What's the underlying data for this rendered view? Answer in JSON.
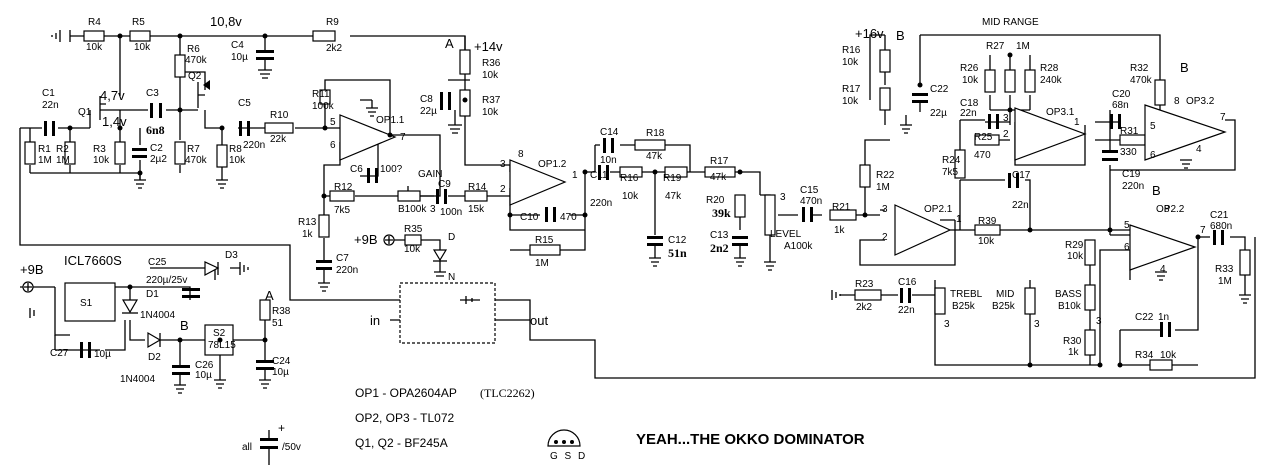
{
  "title": "YEAH...THE OKKO DOMINATOR",
  "notes": [
    "OP1 - OPA2604AP",
    "(TLC2262)",
    "OP2, OP3 - TL072",
    "Q1, Q2 - BF245A"
  ],
  "pinout": "G S D",
  "caps_note": {
    "prefix": "all",
    "value": "/50v"
  },
  "jacks": {
    "in": "in",
    "out": "out"
  },
  "supply": {
    "v9_left": "+9B",
    "v9_mid": "+9B",
    "ic": "ICL7660S",
    "s1": "S1",
    "s2a": "S2",
    "s2b": "78L15",
    "node_a": "A",
    "node_b": "B",
    "v14": "+14v",
    "v16": "+16v",
    "v108": "10,8v",
    "v47": "4,7v",
    "v14low": "1,4v"
  },
  "labels": {
    "mid_range": "MID RANGE",
    "gain": "GAIN",
    "level": "LEVEL",
    "level_pot": "A100k",
    "treble": "TREBL",
    "treble_pot": "B25k",
    "mid": "MID",
    "mid_pot": "B25k",
    "bass": "BASS",
    "bass_pot": "B10k",
    "led_d": "D",
    "led_n": "N"
  },
  "opamps": [
    "OP1.1",
    "OP1.2",
    "OP2.1",
    "OP2.2",
    "OP3.1",
    "OP3.2"
  ],
  "components": {
    "R1": "R1",
    "R1v": "1M",
    "R2": "R2",
    "R2v": "1M",
    "R3": "R3",
    "R3v": "10k",
    "R4": "R4",
    "R4v": "10k",
    "R5": "R5",
    "R5v": "10k",
    "R6": "R6",
    "R6v": "470k",
    "R7": "R7",
    "R7v": "470k",
    "R8": "R8",
    "R8v": "10k",
    "R9": "R9",
    "R9v": "2k2",
    "R10": "R10",
    "R10v": "22k",
    "R11": "R11",
    "R11v": "100k",
    "R12": "R12",
    "R12v": "7k5",
    "R13": "R13",
    "R13v": "1k",
    "R14": "R14",
    "R14v": "15k",
    "R15": "R15",
    "R15v": "1M",
    "R16": "R16",
    "R16v": "10k",
    "R16b": "R16",
    "R16bv": "10k",
    "R17": "R17",
    "R17v": "47k",
    "R17b": "R17",
    "R17bv": "10k",
    "R18": "R18",
    "R18v": "47k",
    "R19": "R19",
    "R19v": "47k",
    "R20": "R20",
    "R20v": "39k",
    "R21": "R21",
    "R21v": "1k",
    "R22": "R22",
    "R22v": "1M",
    "R23": "R23",
    "R23v": "2k2",
    "R24": "R24",
    "R24v": "7k5",
    "R25": "R25",
    "R25v": "470",
    "R26": "R26",
    "R26v": "10k",
    "R27": "R27",
    "R27v": "1M",
    "R28": "R28",
    "R28v": "240k",
    "R29": "R29",
    "R29v": "10k",
    "R30": "R30",
    "R30v": "1k",
    "R31": "R31",
    "R31v": "330",
    "R32": "R32",
    "R32v": "470k",
    "R33": "R33",
    "R33v": "1M",
    "R34": "R34",
    "R34v": "10k",
    "R35": "R35",
    "R35v": "10k",
    "R36": "R36",
    "R36v": "10k",
    "R37": "R37",
    "R37v": "10k",
    "R38": "R38",
    "R38v": "51",
    "R39": "R39",
    "R39v": "10k",
    "C1": "C1",
    "C1v": "22n",
    "C2": "C2",
    "C2v": "2µ2",
    "C3": "C3",
    "C3v": "6n8",
    "C4": "C4",
    "C4v": "10µ",
    "C5": "C5",
    "C5v": "220n",
    "C6": "C6",
    "C6v": "100?",
    "C7": "C7",
    "C7v": "220n",
    "C8": "C8",
    "C8v": "22µ",
    "C9": "C9",
    "C9v": "100n",
    "C10": "C10",
    "C10v": "470",
    "C11": "C11",
    "C11v": "220n",
    "C12": "C12",
    "C12v": "51n",
    "C13": "C13",
    "C13v": "2n2",
    "C14": "C14",
    "C14v": "10n",
    "C15": "C15",
    "C15v": "470n",
    "C16": "C16",
    "C16v": "22n",
    "C17": "C17",
    "C17v": "22n",
    "C18": "C18",
    "C18v": "22n",
    "C19": "C19",
    "C19v": "220n",
    "C20": "C20",
    "C20v": "68n",
    "C21": "C21",
    "C21v": "680n",
    "C22": "C22",
    "C22v": "22µ",
    "C22b": "C22",
    "C22bv": "1n",
    "C24": "C24",
    "C24v": "10µ",
    "C25": "C25",
    "C25v": "220µ/25v",
    "C26": "C26",
    "C26v": "10µ",
    "C27": "C27",
    "C27v": "10µ",
    "D1": "D1",
    "D1v": "1N4004",
    "D2": "D2",
    "D2v": "1N4004",
    "D3": "D3",
    "Q1": "Q1",
    "Q2": "Q2",
    "B100k": "B100k"
  },
  "pins": {
    "p1": "1",
    "p2": "2",
    "p3": "3",
    "p4": "4",
    "p5": "5",
    "p6": "6",
    "p7": "7",
    "p8": "8"
  }
}
